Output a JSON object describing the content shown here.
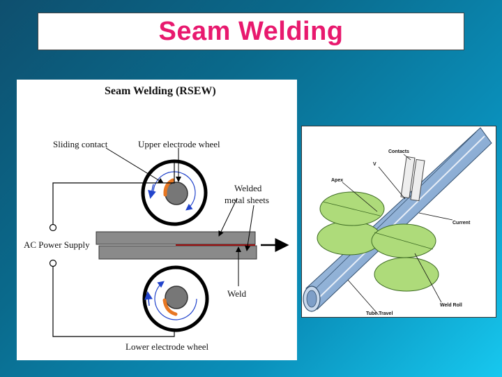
{
  "slide": {
    "title": "Seam Welding"
  },
  "left_diagram": {
    "title": "Seam Welding (RSEW)",
    "labels": {
      "sliding_contact": "Sliding contact",
      "upper_wheel": "Upper electrode wheel",
      "welded_sheets_line1": "Welded",
      "welded_sheets_line2": "metal sheets",
      "power_supply": "AC Power Supply",
      "weld": "Weld",
      "lower_wheel": "Lower electrode wheel"
    }
  },
  "right_diagram": {
    "labels": {
      "contacts": "Contacts",
      "v": "V",
      "apex": "Apex",
      "current": "Current",
      "weld_roll": "Weld Roll",
      "tube_travel": "Tube Travel"
    }
  }
}
